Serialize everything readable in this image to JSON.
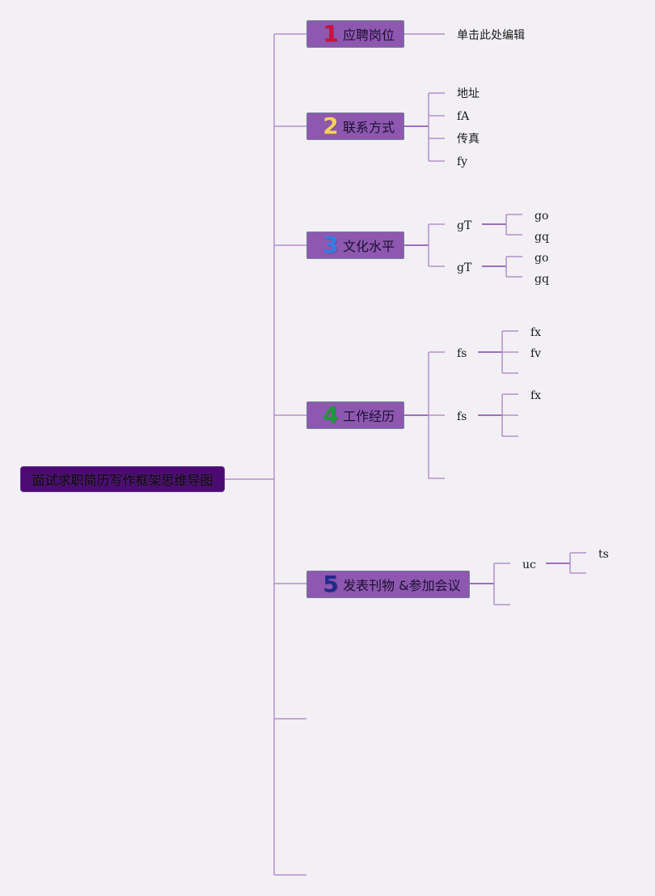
{
  "root": {
    "label": "面试求职简历写作框架思维导图"
  },
  "colors": {
    "background": "#f2f0f4",
    "root_fill": "#4b0b73",
    "topic_fill": "#8e58b0",
    "connector": "#b38fcc",
    "num1": "#d0103a",
    "num2": "#f5d05a",
    "num3": "#2f7fe6",
    "num4": "#1f9a3a",
    "num5": "#1e2a8c"
  },
  "topics": [
    {
      "num": "1",
      "label": "应聘岗位",
      "children": [
        {
          "label": "单击此处编辑"
        }
      ]
    },
    {
      "num": "2",
      "label": "联系方式",
      "children": [
        {
          "label": "地址"
        },
        {
          "label": "fA"
        },
        {
          "label": "传真"
        },
        {
          "label": "fy"
        }
      ]
    },
    {
      "num": "3",
      "label": "文化水平",
      "children": [
        {
          "label": "gT",
          "children": [
            {
              "label": "go"
            },
            {
              "label": "gq"
            }
          ]
        },
        {
          "label": "gT",
          "children": [
            {
              "label": "go"
            },
            {
              "label": "gq"
            }
          ]
        }
      ]
    },
    {
      "num": "4",
      "label": "工作经历",
      "children": [
        {
          "label": "fs",
          "children": [
            {
              "label": "fx"
            },
            {
              "label": "fv"
            },
            {
              "label": ""
            }
          ]
        },
        {
          "label": "fs",
          "children": [
            {
              "label": "fx"
            },
            {
              "label": ""
            },
            {
              "label": ""
            }
          ]
        },
        {
          "label": ""
        }
      ]
    },
    {
      "num": "5",
      "label": "发表刊物 &参加会议",
      "children": [
        {
          "label": "uc",
          "children": [
            {
              "label": "ts"
            },
            {
              "label": ""
            }
          ]
        },
        {
          "label": ""
        }
      ]
    }
  ]
}
